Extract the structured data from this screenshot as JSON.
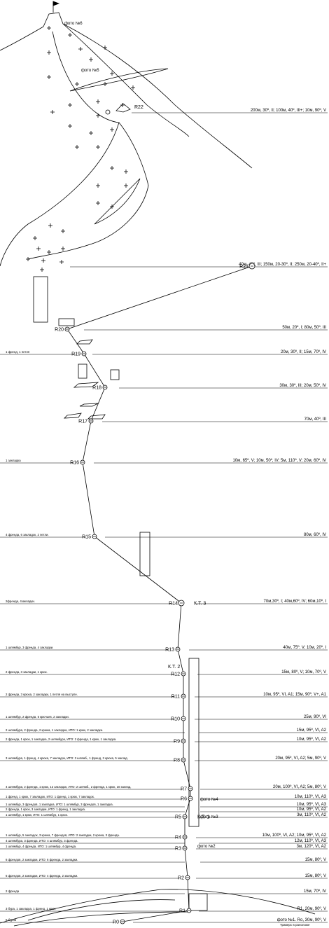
{
  "photos": {
    "p6": "фото №6",
    "p5": "фото №5",
    "p4": "фото №4",
    "p3": "фото №3",
    "p2": "фото №2"
  },
  "traverse_note": "Траверс в раноложе",
  "stations": [
    {
      "id": "R22",
      "label": "R22",
      "right": "200м, 30º, II; 100м, 40º, III+; 10м, 90º, V",
      "left": ""
    },
    {
      "id": "R21",
      "label": "R21",
      "right": "40м, 45º, III; 150м, 20-30º, II; 250м, 20-40º, II+",
      "left": ""
    },
    {
      "id": "R20",
      "label": "R20",
      "right": "50м, 20º, I; 80м, 50º, III",
      "left": ""
    },
    {
      "id": "R19",
      "label": "R19",
      "right": "20м, 30º, II; 15м, 70º, IV",
      "left": "1 френд, 1 петля"
    },
    {
      "id": "R18",
      "label": "R18",
      "right": "30м, 30º, III; 20м, 50º, IV",
      "left": ""
    },
    {
      "id": "R17",
      "label": "R17",
      "right": "70м, 40º, III",
      "left": ""
    },
    {
      "id": "R16",
      "label": "R16",
      "right": "10м, 65º, V; 10м, 50º, IV; 5м, 110º, V; 20м, 60º, IV",
      "left": "1 закладка"
    },
    {
      "id": "R15",
      "label": "R15",
      "right": "80м, 60º, IV",
      "left": "4 френда, 6 закладок, 2 петли."
    },
    {
      "id": "R14",
      "label": "R14",
      "right": "70м,30º, I; 40м,60º, IV; 60м,10º, I",
      "left": "2френда, 4закладки.",
      "kt": "К.Т. 3"
    },
    {
      "id": "R13",
      "label": "R13",
      "right": "40м, 75º, V; 10м, 20º, I",
      "left": "1 шлямбур, 3 френда, 4 закладки."
    },
    {
      "id": "R12",
      "label": "R12",
      "right": "15м, 80º, V; 10м, 70º, V",
      "left": "2 френда, 3 закладки, 1 крюк.",
      "kt": "К.Т. 2"
    },
    {
      "id": "R11",
      "label": "R11",
      "right": "10м, 95º, VI, A1; 15м, 90º, V+, A1",
      "left": "2 френда, 3 крюка, 2 закладки, 1 петля на выступе."
    },
    {
      "id": "R10",
      "label": "R10",
      "right": "25м, 90º, VI",
      "left": "1 шлямбур, 2 френда, 5 крючьев, 2 закладки."
    },
    {
      "id": "R9a",
      "label": "",
      "right": "15м, 95º, VI, A2",
      "left": "2 шлямбура, 2 френда, 2 крюка, 1 закладка, ИТО: 1 крюк, 2 закладки."
    },
    {
      "id": "R9",
      "label": "R9",
      "right": "10м, 95º, VI, A2",
      "left": "2 френда, 1 крюк, 1 закладка, 2 шлямбура, ИТО: 2 френда, 1 крюк, 1 закладка."
    },
    {
      "id": "R8",
      "label": "R8",
      "right": "20м, 95º, VI, A2; 5м, 90º, V",
      "left": "3 шлямбура, 1 френд, 4 крюка, 7 закладок, ИТО: 3 шлямб., 1 френд, 3 крюка, 5 заклад."
    },
    {
      "id": "R7",
      "label": "R7",
      "right": "20м, 100º, VI, A2; 5м, 80º, V",
      "left": "4 шлямбура, 2 френда, 1 крюк, 12 закладок, ИТО: 2 шлямб., 2 френда, 1 крюк, 10 заклад."
    },
    {
      "id": "R6",
      "label": "R6",
      "right": "10м, 110º, VI, A3",
      "left": "1 френд, 1 крюк, 7 закладок, ИТО: 1 френд, 1 крюк, 7 закладок."
    },
    {
      "id": "R5a",
      "label": "",
      "right": "10м, 95º, VI, A3",
      "left": "1 шлямбур, 3 френдов, 1 закладка, ИТО: 1 шлямбур, 3 френдов, 1 закладка."
    },
    {
      "id": "R5b",
      "label": "",
      "right": "10м, 95º, VI, A2",
      "left": "2 френда, 1 крюк, 3 закладки, ИТО: 1 френд, 1 закладка."
    },
    {
      "id": "R5",
      "label": "R5",
      "right": "3м, 110º, VI, A2",
      "left": "1 шлямбур, 1 крюк, ИТО: 1 шлямбур, 1 крюк.",
      "kt": "К.Т. 1"
    },
    {
      "id": "R4",
      "label": "R4",
      "right": "10м, 100º, VI, A2; 10м, 95º, VI, A2",
      "left": "1 шлямбур, 5 закладок, 3 крюка, 7 френдов, ИТО: 2 закладки, 2 крюка, 3 френда."
    },
    {
      "id": "R4a",
      "label": "",
      "right": "12м, 110º, VI, A3",
      "left": "4 шлямбура, 3 френда, ИТО: 4 шлямбур, 3 френда."
    },
    {
      "id": "R3",
      "label": "R3",
      "right": "3м, 120º, VI, A2",
      "left": "1 шлямбур, 4 френда, ИТО: 1 шлямбур, 4 френда."
    },
    {
      "id": "R3a",
      "label": "",
      "right": "15м, 80º, V",
      "left": "6 френдов, 2 закладки, ИТО: 6 френда, 2 закладки."
    },
    {
      "id": "R2",
      "label": "R2",
      "right": "15м, 80º, V",
      "left": "6 френдов, 2 закладки, ИТО: 4 френда, 2 закладки."
    },
    {
      "id": "R2a",
      "label": "",
      "right": "15м, 70º, IV",
      "left": "2 френда"
    },
    {
      "id": "R1",
      "label": "R1",
      "right": "R1, 20м, 90º, V",
      "left": "3 бура, 1 закладка, 1 френд, 1 крюк"
    },
    {
      "id": "R0",
      "label": "R0",
      "right": "фото №1. Ro, 30м, 90º, V",
      "left": "5 буров"
    }
  ]
}
